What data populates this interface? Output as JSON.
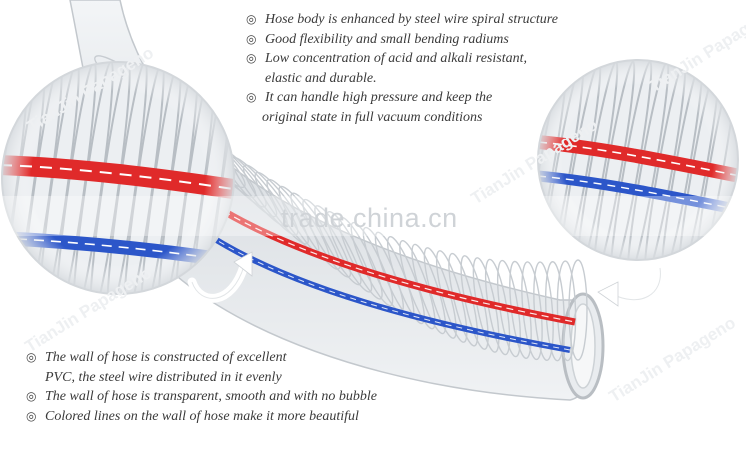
{
  "bullets_top": [
    "Hose body is enhanced by steel wire spiral structure",
    "Good flexibility and small bending radiums",
    "Low concentration of acid and alkali resistant,",
    "elastic and durable.",
    "It can handle high pressure and keep the",
    "original state in full vacuum conditions"
  ],
  "bullets_bottom": [
    "The wall of hose is constructed of excellent",
    "PVC, the steel wire distributed in it evenly",
    "The wall of hose is transparent, smooth and with no bubble",
    "Colored lines on the wall of hose make it more beautiful"
  ],
  "bullet_marker": "◎",
  "watermark": {
    "site": "trade.china.cn",
    "brand": "TianJin Papageno"
  },
  "colors": {
    "red_line": "#e02a2a",
    "blue_line": "#2c56c9",
    "hose_body": "#e6e9ec",
    "steel_wire": "#c9ced3",
    "arrow": "#ffffff"
  }
}
